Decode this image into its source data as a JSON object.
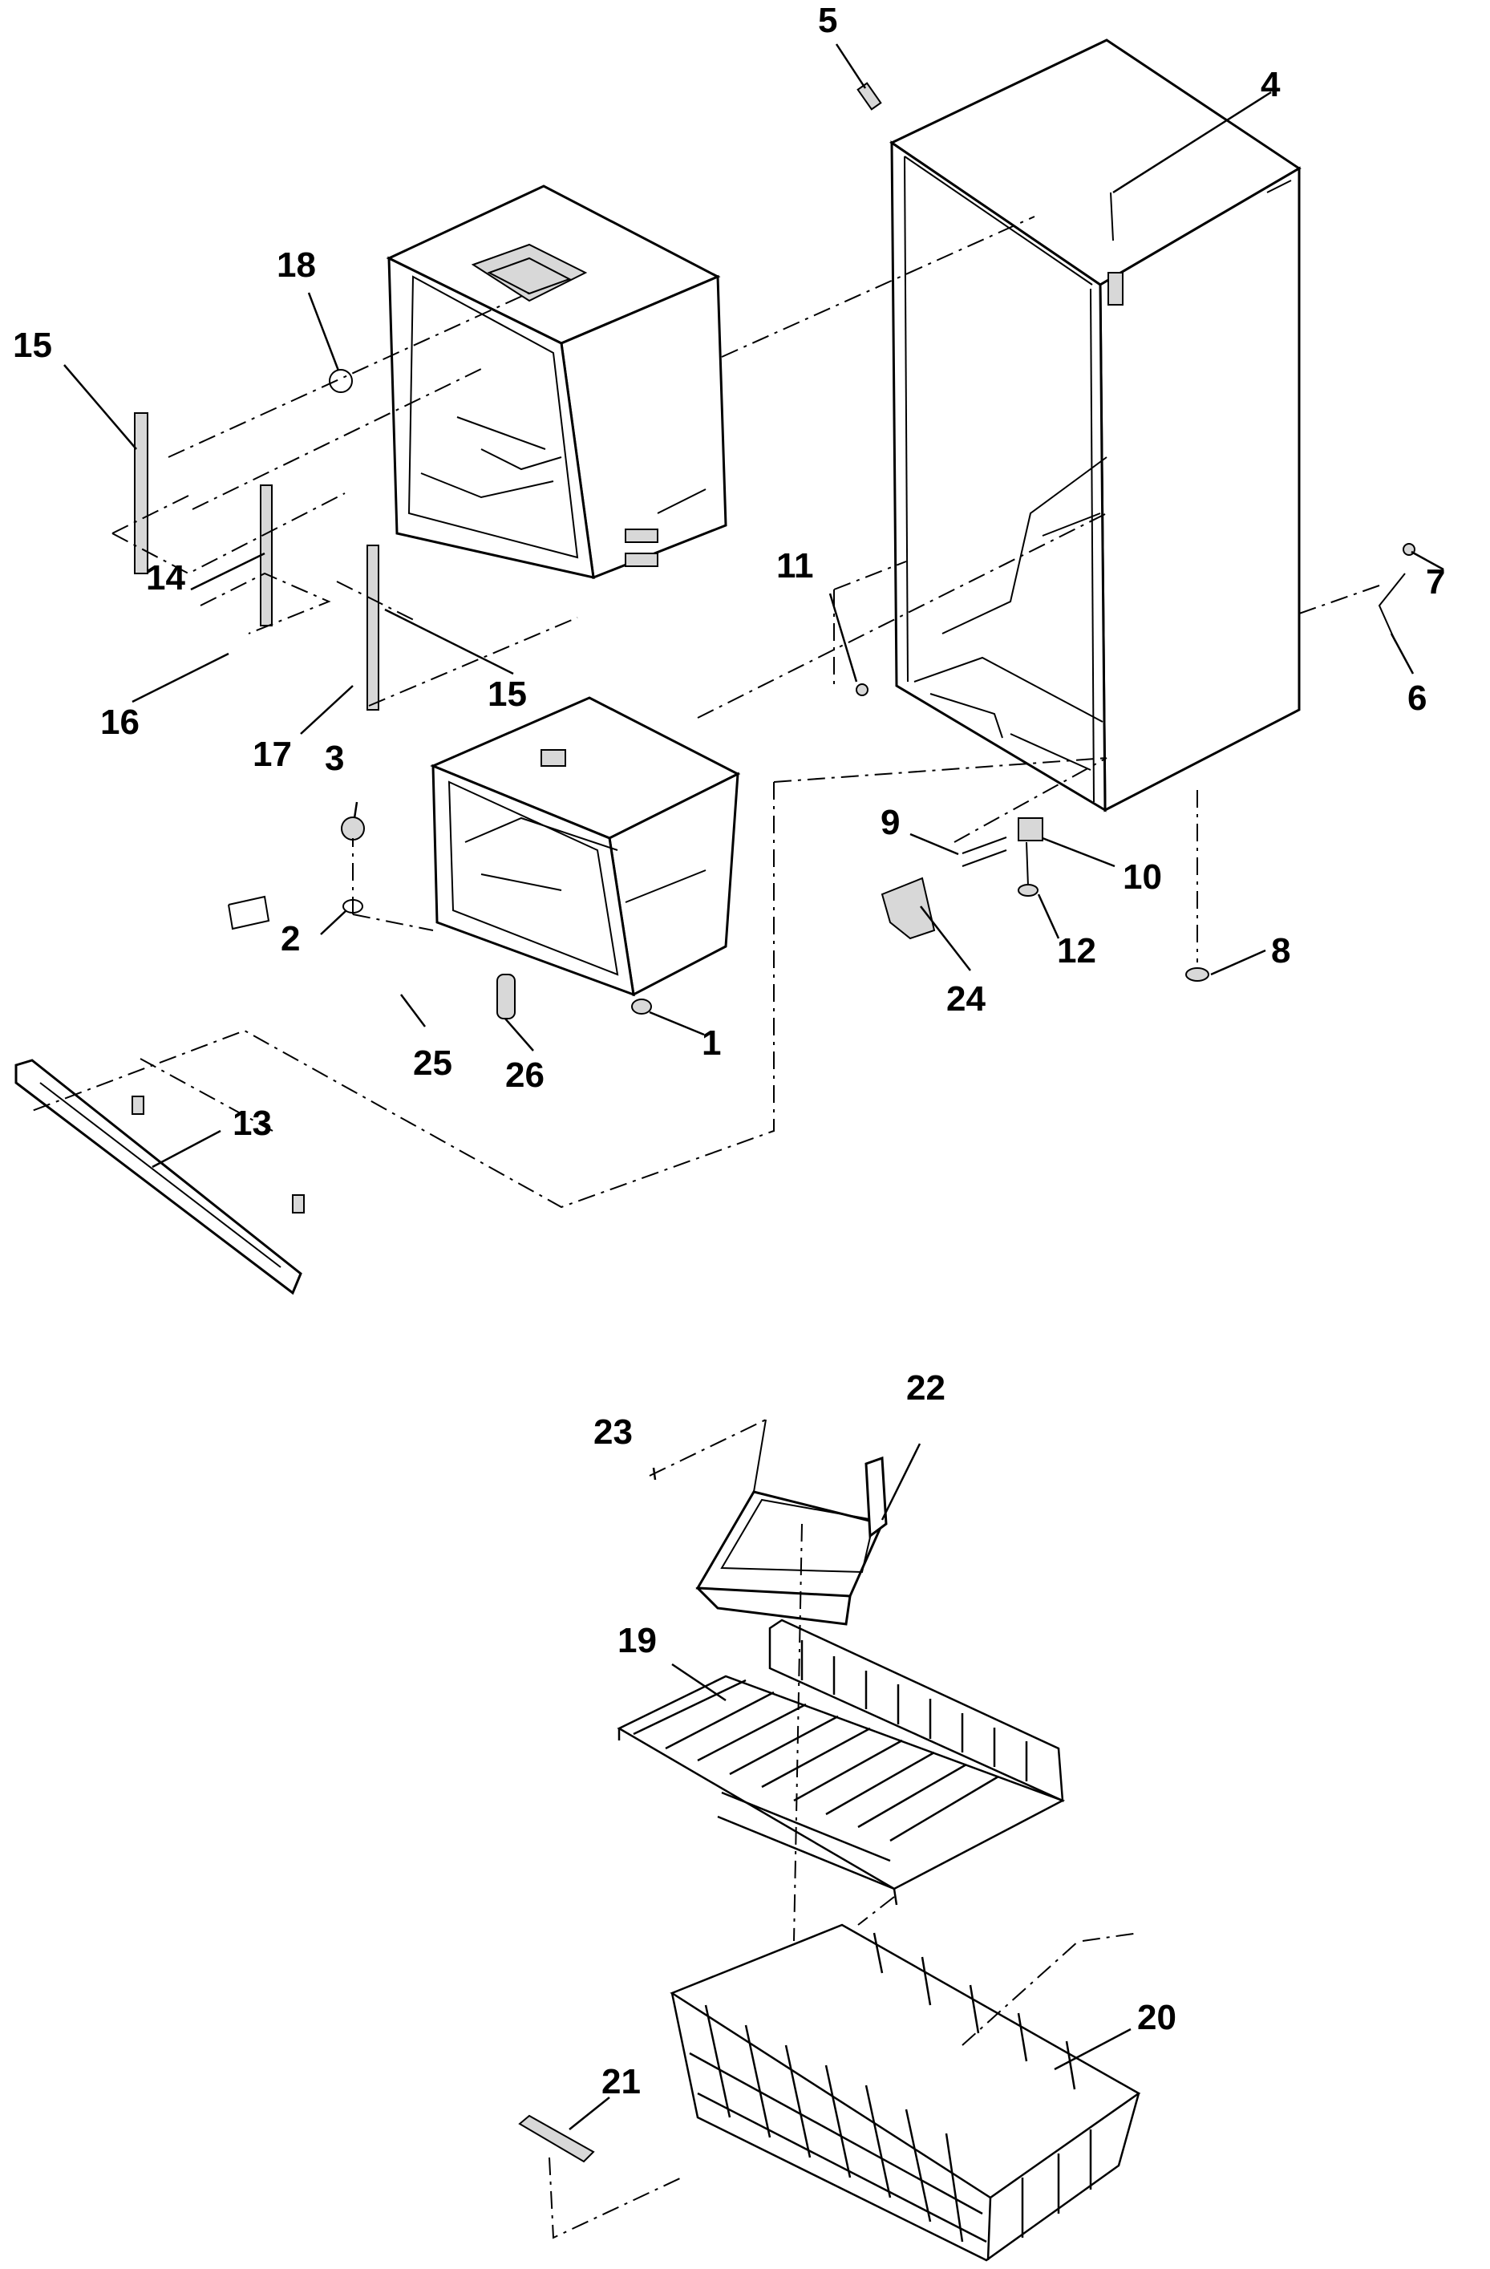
{
  "callouts": {
    "c1": "1",
    "c2": "2",
    "c3": "3",
    "c4": "4",
    "c5": "5",
    "c6": "6",
    "c7": "7",
    "c8": "8",
    "c9": "9",
    "c10": "10",
    "c11": "11",
    "c12": "12",
    "c13": "13",
    "c14": "14",
    "c15a": "15",
    "c15b": "15",
    "c16": "16",
    "c17": "17",
    "c18": "18",
    "c19": "19",
    "c20": "20",
    "c21": "21",
    "c22": "22",
    "c23": "23",
    "c24": "24",
    "c25": "25",
    "c26": "26"
  }
}
